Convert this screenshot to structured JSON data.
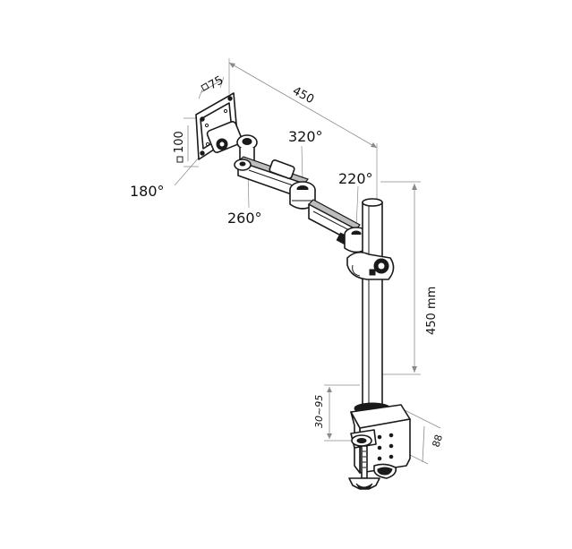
{
  "labels": {
    "width_450": "450",
    "vesa_75": "75",
    "vesa_100": "100",
    "rot_180": "180°",
    "rot_260": "260°",
    "rot_320": "320°",
    "rot_220": "220°",
    "pole_height": "450 mm",
    "clamp_range": "30~95",
    "clamp_depth": "88"
  },
  "colors": {
    "ink": "#1a1a1a",
    "dimension": "#8a8a8a",
    "fill_grey": "#bdbdbd"
  }
}
